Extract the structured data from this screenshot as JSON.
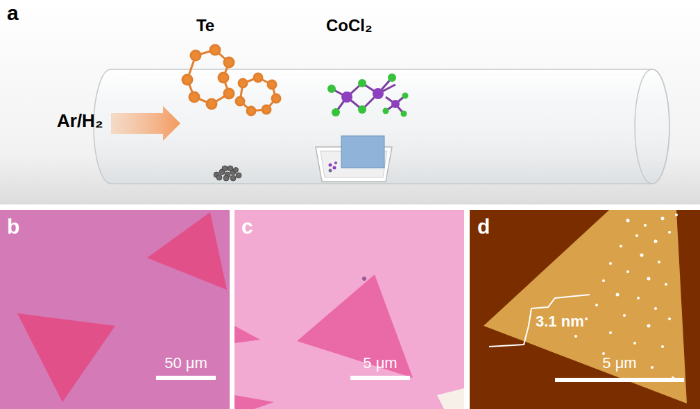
{
  "diagram": {
    "labels": [
      "a",
      "Te",
      "CoCl₂",
      "Ar/H₂",
      "b",
      "50 μm",
      "c",
      "5 μm",
      "d",
      "3.1 nm",
      "5 μm"
    ]
  }
}
